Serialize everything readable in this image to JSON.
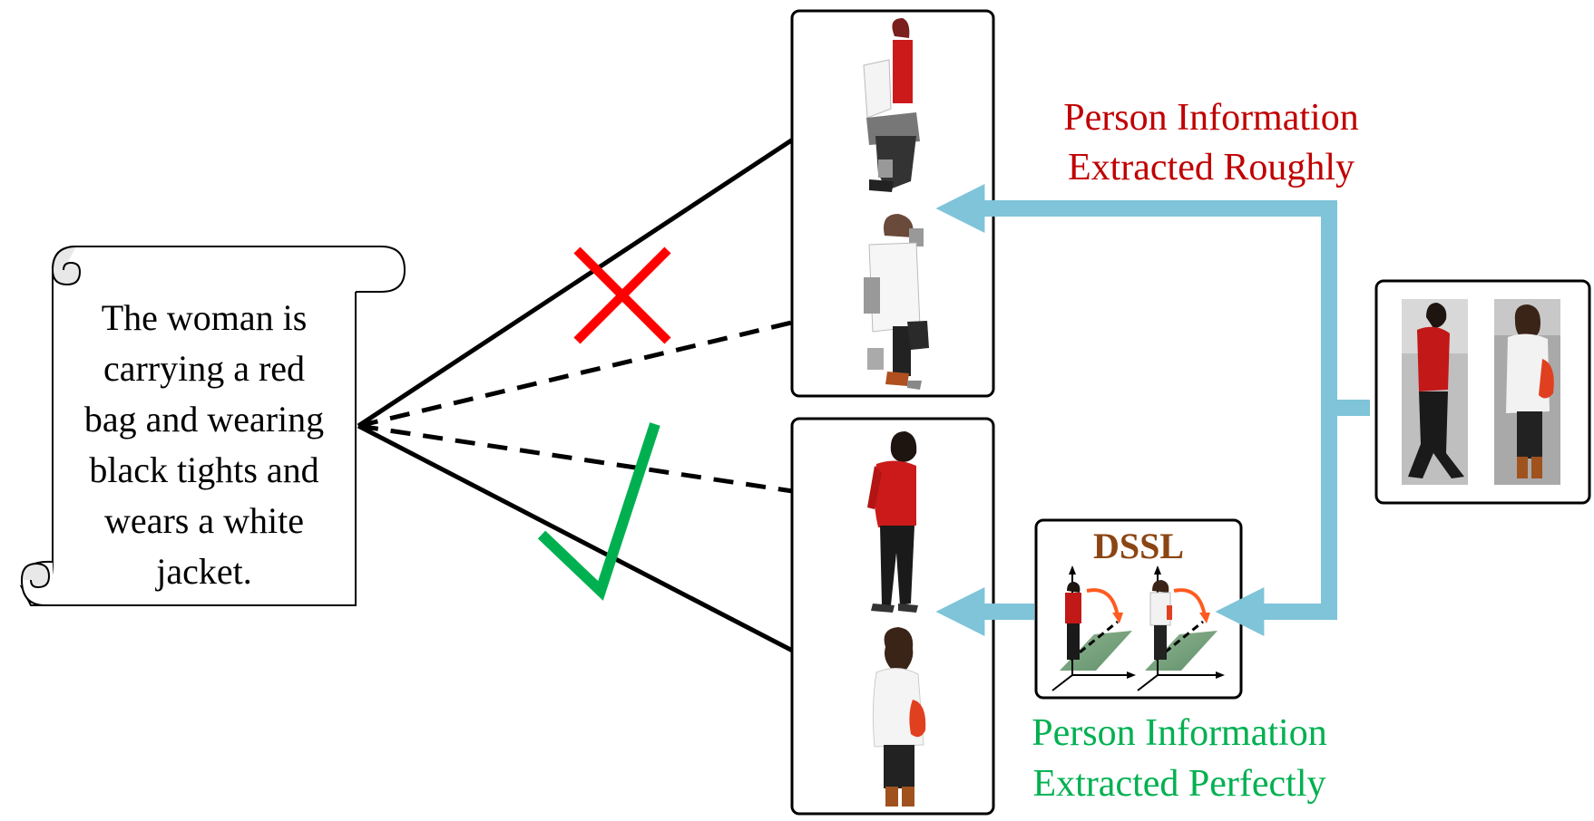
{
  "scroll": {
    "lines": [
      "The woman is",
      "carrying a red",
      "bag and wearing",
      "black tights and",
      "wears a white",
      "jacket."
    ]
  },
  "labels": {
    "rough_line1": "Person Information",
    "rough_line2": "Extracted Roughly",
    "perfect_line1": "Person Information",
    "perfect_line2": "Extracted Perfectly",
    "method": "DSSL"
  },
  "colors": {
    "rough": "#c00000",
    "perfect": "#00b050",
    "arrow": "#7fc4d9",
    "cross": "#ff0000",
    "check": "#00b050",
    "method": "#8b4513"
  },
  "icons": {
    "wrong": "cross-mark-icon",
    "right": "check-mark-icon"
  }
}
